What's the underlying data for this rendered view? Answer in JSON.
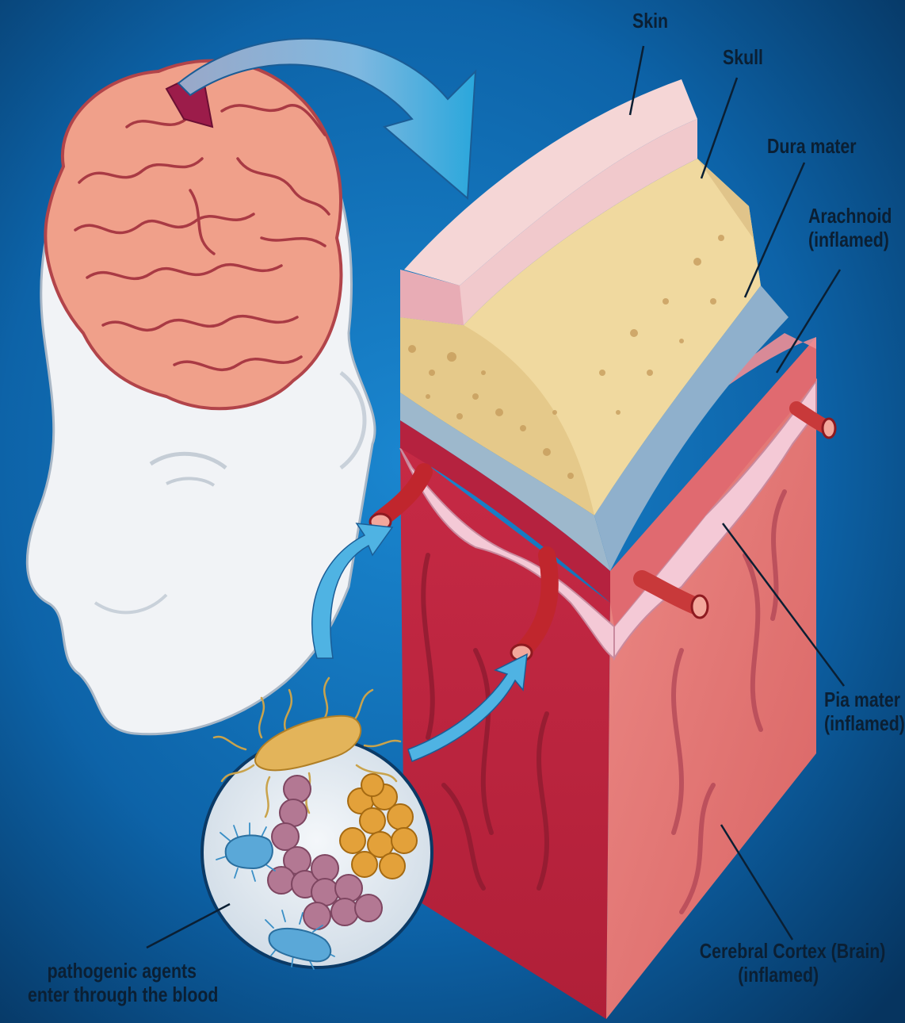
{
  "colors": {
    "background": "#0d6ab0",
    "background_dark": "#06345f",
    "skin": "#f1c9cc",
    "skull": "#eed59b",
    "dura": "#8fb6d3",
    "arachnoid": "#e0606d",
    "pia": "#f4c9d6",
    "cortex": "#d64451",
    "brain": "#f0a08a",
    "label_text": "#0b1f33",
    "arrow": "#2ea6da"
  },
  "icons": {
    "brain": "brain-icon",
    "head": "head-silhouette-icon",
    "pathogens": "bacteria-icon",
    "vessel": "blood-vessel-icon"
  },
  "labels": {
    "skin": "Skin",
    "skull": "Skull",
    "dura": "Dura mater",
    "arachnoid_1": "Arachnoid",
    "arachnoid_2": "(inflamed)",
    "pia_1": "Pia mater",
    "pia_2": "(inflamed)",
    "cortex_1": "Cerebral Cortex (Brain)",
    "cortex_2": "(inflamed)",
    "pathogen_1": "pathogenic agents",
    "pathogen_2": "enter through the blood"
  }
}
